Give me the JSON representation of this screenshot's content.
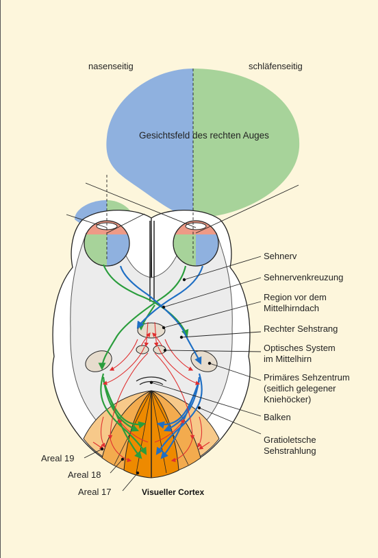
{
  "colors": {
    "background": "#fdf6dc",
    "nasal_field": "#8fb1df",
    "temporal_field": "#a7d39a",
    "brain_outline": "#ffffff",
    "brain_inner": "#ececec",
    "optic_left_path": "#2a9d3c",
    "optic_right_path": "#1f6fc4",
    "radiation_red": "#e03030",
    "area17": "#ee8a00",
    "area18": "#f3ab4e",
    "area19": "#f7c98a",
    "nucleus": "#e6dccd"
  },
  "labels": {
    "nasal": "nasenseitig",
    "temporal": "schläfenseitig",
    "visual_field": "Gesichtsfeld des rechten Auges",
    "sehnerv": "Sehnerv",
    "kreuzung": "Sehnervenkreuzung",
    "region_line1": "Region vor dem",
    "region_line2": "Mittelhirndach",
    "sehstrang": "Rechter Sehstrang",
    "optisch_line1": "Optisches System",
    "optisch_line2": "im Mittelhirn",
    "primaer_line1": "Primäres Sehzentrum",
    "primaer_line2": "(seitlich gelegener",
    "primaer_line3": "Kniehöcker)",
    "balken": "Balken",
    "gratio_line1": "Gratioletsche",
    "gratio_line2": "Sehstrahlung",
    "areal19": "Areal 19",
    "areal18": "Areal 18",
    "areal17": "Areal 17",
    "cortex": "Visueller Cortex"
  }
}
